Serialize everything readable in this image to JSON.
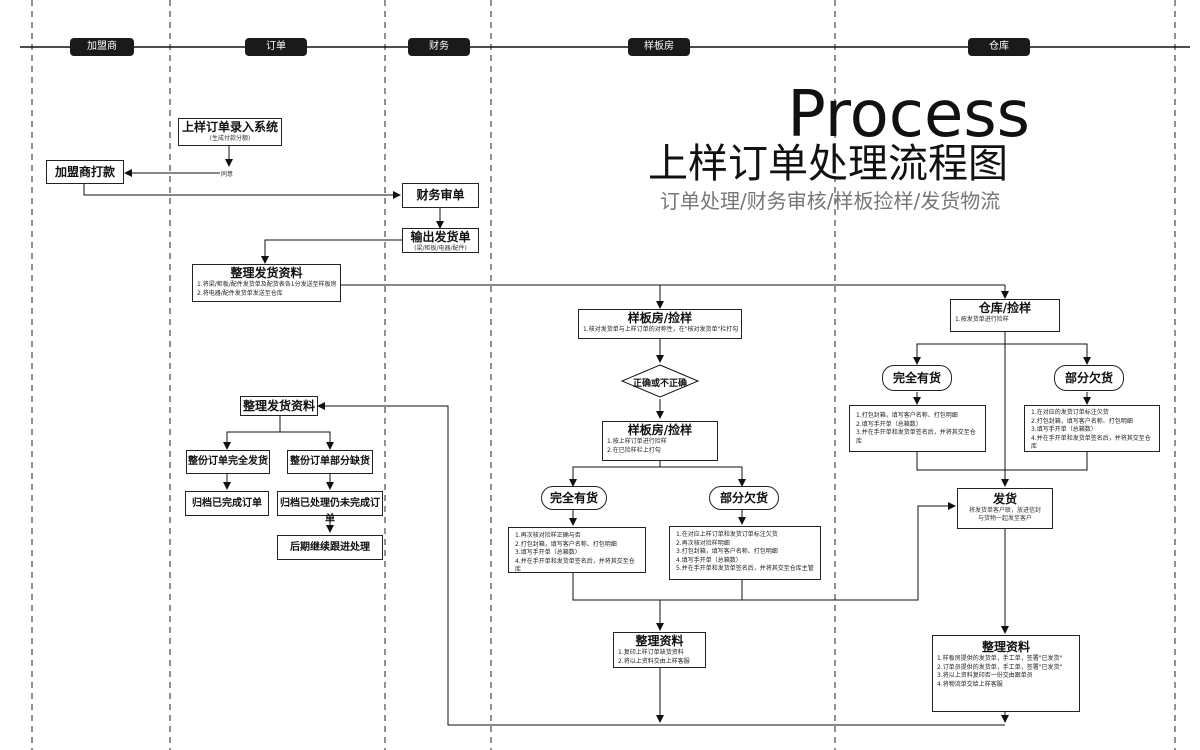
{
  "lanes": [
    "加盟商",
    "订单",
    "财务",
    "样板房",
    "仓库"
  ],
  "title": {
    "en": "Process",
    "cn": "上样订单处理流程图",
    "sub": "订单处理/财务审核/样板捡样/发货物流"
  },
  "nodes": {
    "order_entry": {
      "title": "上样订单录入系统",
      "sub": "(生成付款分额)"
    },
    "agree": "同意",
    "franchise_pay": {
      "title": "加盟商打款"
    },
    "finance_review": {
      "title": "财务审单"
    },
    "output_ship": {
      "title": "输出发货单",
      "sub": "(梁/柜板/电器/配件)"
    },
    "organize_docs": {
      "title": "整理发货资料",
      "lines": [
        "1.将梁/柜板/配件发货单及配货表各1分发送至样板房",
        "2.将电器/配件发货单发送至仓库"
      ]
    },
    "sample_pick1": {
      "title": "样板房/捡样",
      "lines": [
        "1.核对发货单与上样订单的对称性，在\"核对发货单\"栏打勾"
      ]
    },
    "decision": "正确或不正确",
    "sample_pick2": {
      "title": "样板房/捡样",
      "lines": [
        "1.按上样订单进行捡样",
        "2.在已捡样栏上打勾"
      ]
    },
    "full_stock_s": {
      "title": "完全有货"
    },
    "partial_s": {
      "title": "部分欠货"
    },
    "full_stock_s_notes": [
      "1.再次核对捡样正确与否",
      "2.打包封箱，填写客户名称、打包明细",
      "3.填写手开单（总箱数）",
      "4.并在手开单和发货单签名后，并将其交至仓库"
    ],
    "partial_s_notes": [
      "1.在对应上样订单和发货订单标注欠货",
      "2.再次核对捡样明细",
      "3.打包封箱，填写客户名称、打包明细",
      "4.填写手开单（总箱数）",
      "5.并在手开单和发货单签名后，并将其交至仓库主管"
    ],
    "organize_s": {
      "title": "整理资料",
      "lines": [
        "1.复印上样订单缺货资料",
        "2.将以上资料交由上样客服"
      ]
    },
    "warehouse_pick": {
      "title": "仓库/捡样",
      "lines": [
        "1.按发货单进行捡样"
      ]
    },
    "full_stock_w": {
      "title": "完全有货"
    },
    "partial_w": {
      "title": "部分欠货"
    },
    "full_stock_w_notes": [
      "1.打包封箱，填写客户名称、打包明细",
      "2.填写手开单（总箱数）",
      "3.并在手开单和发货单签名后，并将其交至仓库"
    ],
    "partial_w_notes": [
      "1.在对应的发货订单标注欠货",
      "2.打包封箱，填写客户名称、打包明细",
      "3.填写手开单（总箱数）",
      "4.并在手开单和发货单签名后，并将其交至仓库"
    ],
    "ship": {
      "title": "发货",
      "lines": [
        "将发货单客户联，放进信封",
        "与货物一起发至客户"
      ]
    },
    "organize_w": {
      "title": "整理资料",
      "lines": [
        "1.样板房提供的发货单，手工单，签署\"已发货\"",
        "2.订单员提供的发货单，手工单，签署\"已发货\"",
        "3.将以上资料复印否一份交由跟单员",
        "4.将物流单交给上样客服"
      ]
    },
    "organize_o": {
      "title": "整理发货资料"
    },
    "order_full": {
      "title": "整份订单完全发货"
    },
    "order_partial": {
      "title": "整份订单部分缺货"
    },
    "archive_done": {
      "title": "归档已完成订单"
    },
    "archive_pending": {
      "title": "归档已处理仍未完成订单"
    },
    "follow_up": {
      "title": "后期继续跟进处理"
    }
  }
}
